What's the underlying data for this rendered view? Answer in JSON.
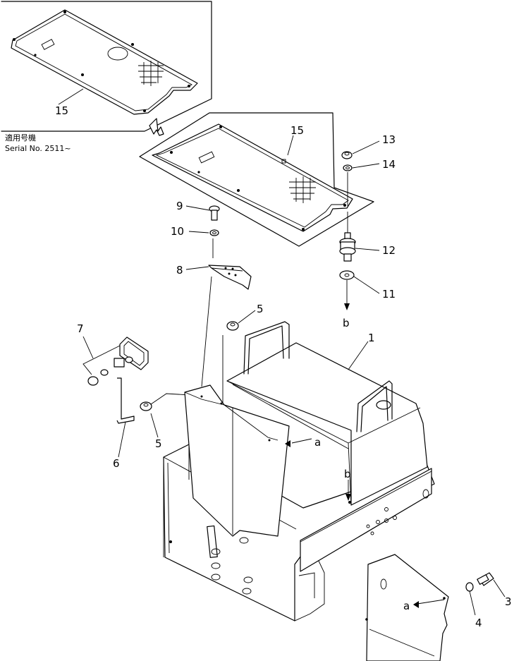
{
  "serial_note": {
    "line1": "適用号機",
    "line2": "Serial No. 2511~"
  },
  "part_numbers": {
    "p1": "1",
    "p3": "3",
    "p4": "4",
    "p5a": "5",
    "p5b": "5",
    "p6": "6",
    "p7": "7",
    "p8": "8",
    "p9": "9",
    "p10": "10",
    "p11": "11",
    "p12": "12",
    "p13": "13",
    "p14": "14",
    "p15a": "15",
    "p15b": "15"
  },
  "reference_marks": {
    "a1": "a",
    "a2": "a",
    "b1": "b",
    "b2": "b"
  }
}
